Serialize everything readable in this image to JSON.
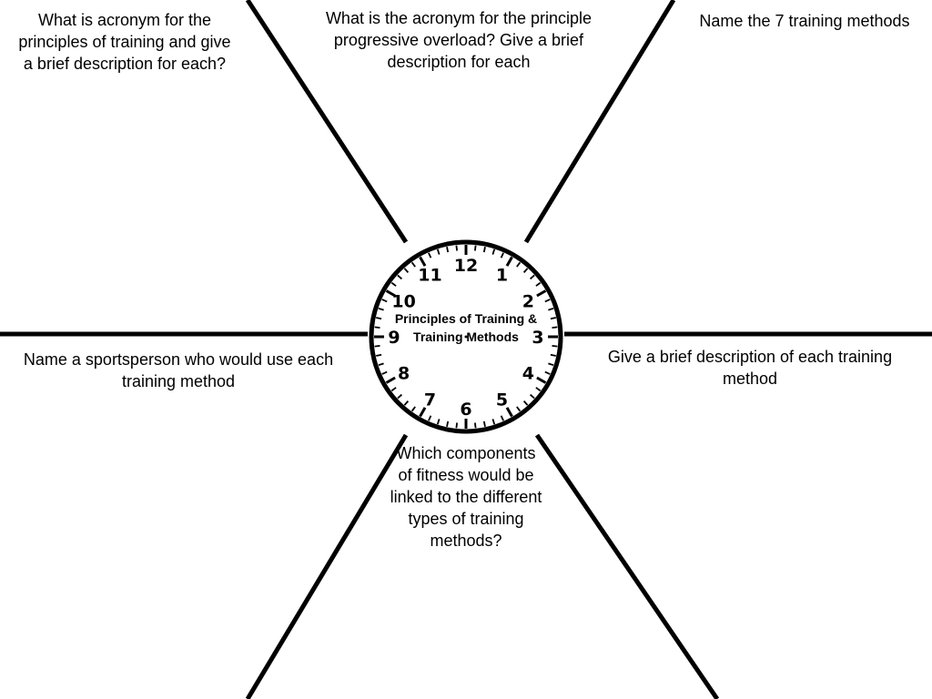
{
  "clock": {
    "title": "Principles of Training & Training Methods",
    "numerals": [
      "12",
      "1",
      "2",
      "3",
      "4",
      "5",
      "6",
      "7",
      "8",
      "9",
      "10",
      "11"
    ]
  },
  "questions": {
    "top_left": "What is acronym for the principles of training and give a brief description for each?",
    "top_center": "What is the acronym for the principle progressive overload? Give a brief description for each",
    "top_right": "Name the 7 training methods",
    "middle_left": "Name a sportsperson who would use each training method",
    "middle_right": "Give a brief description of each training method",
    "bottom": "Which components of fitness would be linked to the different types of training methods?"
  },
  "colors": {
    "line": "#000000",
    "background": "#ffffff"
  }
}
